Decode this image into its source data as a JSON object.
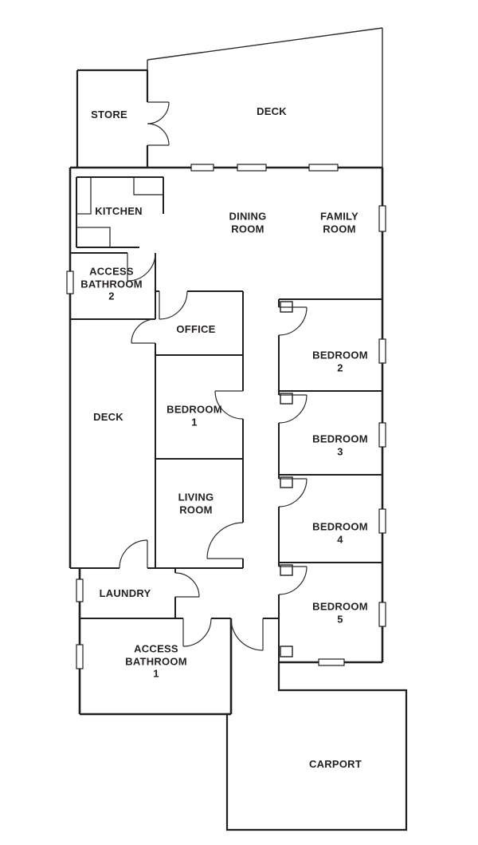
{
  "title": "House floor plan",
  "colors": {
    "wall": "#1f1f1f",
    "background": "#ffffff",
    "label": "#231f20"
  },
  "rooms": {
    "store": {
      "label": "STORE"
    },
    "deck_top": {
      "label": "DECK"
    },
    "kitchen": {
      "label": "KITCHEN"
    },
    "dining_room": {
      "label": "DINING\nROOM"
    },
    "family_room": {
      "label": "FAMILY\nROOM"
    },
    "access_bathroom_2": {
      "label": "ACCESS\nBATHROOM\n2"
    },
    "office": {
      "label": "OFFICE"
    },
    "deck_left": {
      "label": "DECK"
    },
    "bedroom_1": {
      "label": "BEDROOM\n1"
    },
    "living_room": {
      "label": "LIVING\nROOM"
    },
    "bedroom_2": {
      "label": "BEDROOM\n2"
    },
    "bedroom_3": {
      "label": "BEDROOM\n3"
    },
    "bedroom_4": {
      "label": "BEDROOM\n4"
    },
    "bedroom_5": {
      "label": "BEDROOM\n5"
    },
    "laundry": {
      "label": "LAUNDRY"
    },
    "access_bathroom_1": {
      "label": "ACCESS\nBATHROOM\n1"
    },
    "carport": {
      "label": "CARPORT"
    }
  }
}
